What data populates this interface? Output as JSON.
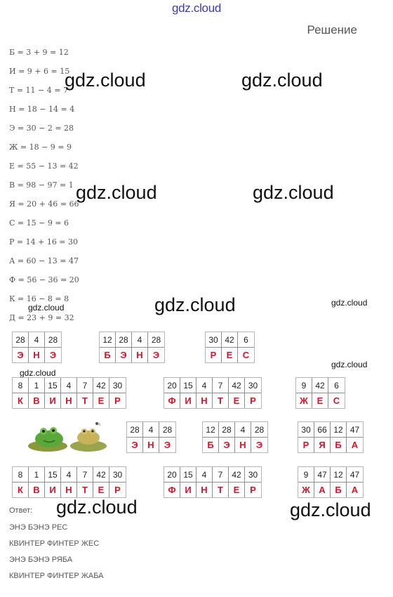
{
  "header": {
    "site_logo": "gdz.cloud",
    "section_title": "Решение"
  },
  "equations": [
    "Б = 3 + 9 = 12",
    "И = 9 + 6 = 15",
    "Т = 11 − 4 = 7",
    "Н = 18 − 14 = 4",
    "Э = 30 − 2 = 28",
    "Ж = 18 − 9 = 9",
    "Е = 55 − 13 = 42",
    "В = 98 − 97 = 1",
    "Я = 20 + 46 = 66",
    "С = 15 − 9 = 6",
    "Р = 14 + 16 = 30",
    "А = 60 − 13 = 47",
    "Ф = 56 − 36 = 20",
    "К = 16 − 8 = 8",
    "Д = 23 + 9 = 32"
  ],
  "watermarks": {
    "big": "gdz.cloud",
    "small": "gdz.cloud"
  },
  "puzzles": [
    {
      "numbers": [
        "28",
        "4",
        "28"
      ],
      "letters": [
        "Э",
        "Н",
        "Э"
      ]
    },
    {
      "numbers": [
        "12",
        "28",
        "4",
        "28"
      ],
      "letters": [
        "Б",
        "Э",
        "Н",
        "Э"
      ]
    },
    {
      "numbers": [
        "30",
        "42",
        "6"
      ],
      "letters": [
        "Р",
        "Е",
        "С"
      ]
    },
    {
      "numbers": [
        "8",
        "1",
        "15",
        "4",
        "7",
        "42",
        "30"
      ],
      "letters": [
        "К",
        "В",
        "И",
        "Н",
        "Т",
        "Е",
        "Р"
      ]
    },
    {
      "numbers": [
        "20",
        "15",
        "4",
        "7",
        "42",
        "30"
      ],
      "letters": [
        "Ф",
        "И",
        "Н",
        "Т",
        "Е",
        "Р"
      ]
    },
    {
      "numbers": [
        "9",
        "42",
        "6"
      ],
      "letters": [
        "Ж",
        "Е",
        "С"
      ]
    },
    {
      "numbers": [
        "28",
        "4",
        "28"
      ],
      "letters": [
        "Э",
        "Н",
        "Э"
      ]
    },
    {
      "numbers": [
        "12",
        "28",
        "4",
        "28"
      ],
      "letters": [
        "Б",
        "Э",
        "Н",
        "Э"
      ]
    },
    {
      "numbers": [
        "30",
        "66",
        "12",
        "47"
      ],
      "letters": [
        "Р",
        "Я",
        "Б",
        "А"
      ]
    },
    {
      "numbers": [
        "8",
        "1",
        "15",
        "4",
        "7",
        "42",
        "30"
      ],
      "letters": [
        "К",
        "В",
        "И",
        "Н",
        "Т",
        "Е",
        "Р"
      ]
    },
    {
      "numbers": [
        "20",
        "15",
        "4",
        "7",
        "42",
        "30"
      ],
      "letters": [
        "Ф",
        "И",
        "Н",
        "Т",
        "Е",
        "Р"
      ]
    },
    {
      "numbers": [
        "9",
        "47",
        "12",
        "47"
      ],
      "letters": [
        "Ж",
        "А",
        "Б",
        "А"
      ]
    }
  ],
  "answer": {
    "label": "Ответ:",
    "lines": [
      "ЭНЭ БЭНЭ РЕС",
      "КВИНТЕР ФИНТЕР ЖЕС",
      "ЭНЭ БЭНЭ РЯБА",
      "КВИНТЕР ФИНТЕР ЖАБА"
    ]
  },
  "colors": {
    "letter_red": "#e01028",
    "logo_blue": "#3d3ab8"
  }
}
